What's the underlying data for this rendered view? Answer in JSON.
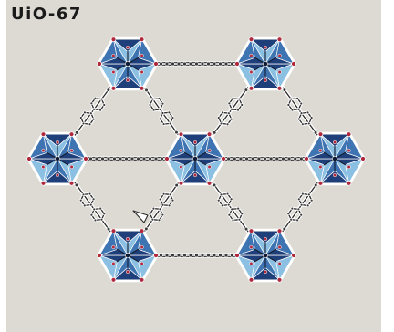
{
  "title": "UiO-67",
  "colors": {
    "background": "#dcdad3",
    "cluster_dark": "#1f3f7a",
    "cluster_mid": "#3f74b3",
    "cluster_light": "#8cc0e2",
    "oxygen": "#b0283c",
    "linker_bond": "#2b2b2b"
  },
  "icons": {
    "cluster": "zr6-cluster-polyhedron",
    "linker": "biphenyl-dicarboxylate-linker"
  }
}
